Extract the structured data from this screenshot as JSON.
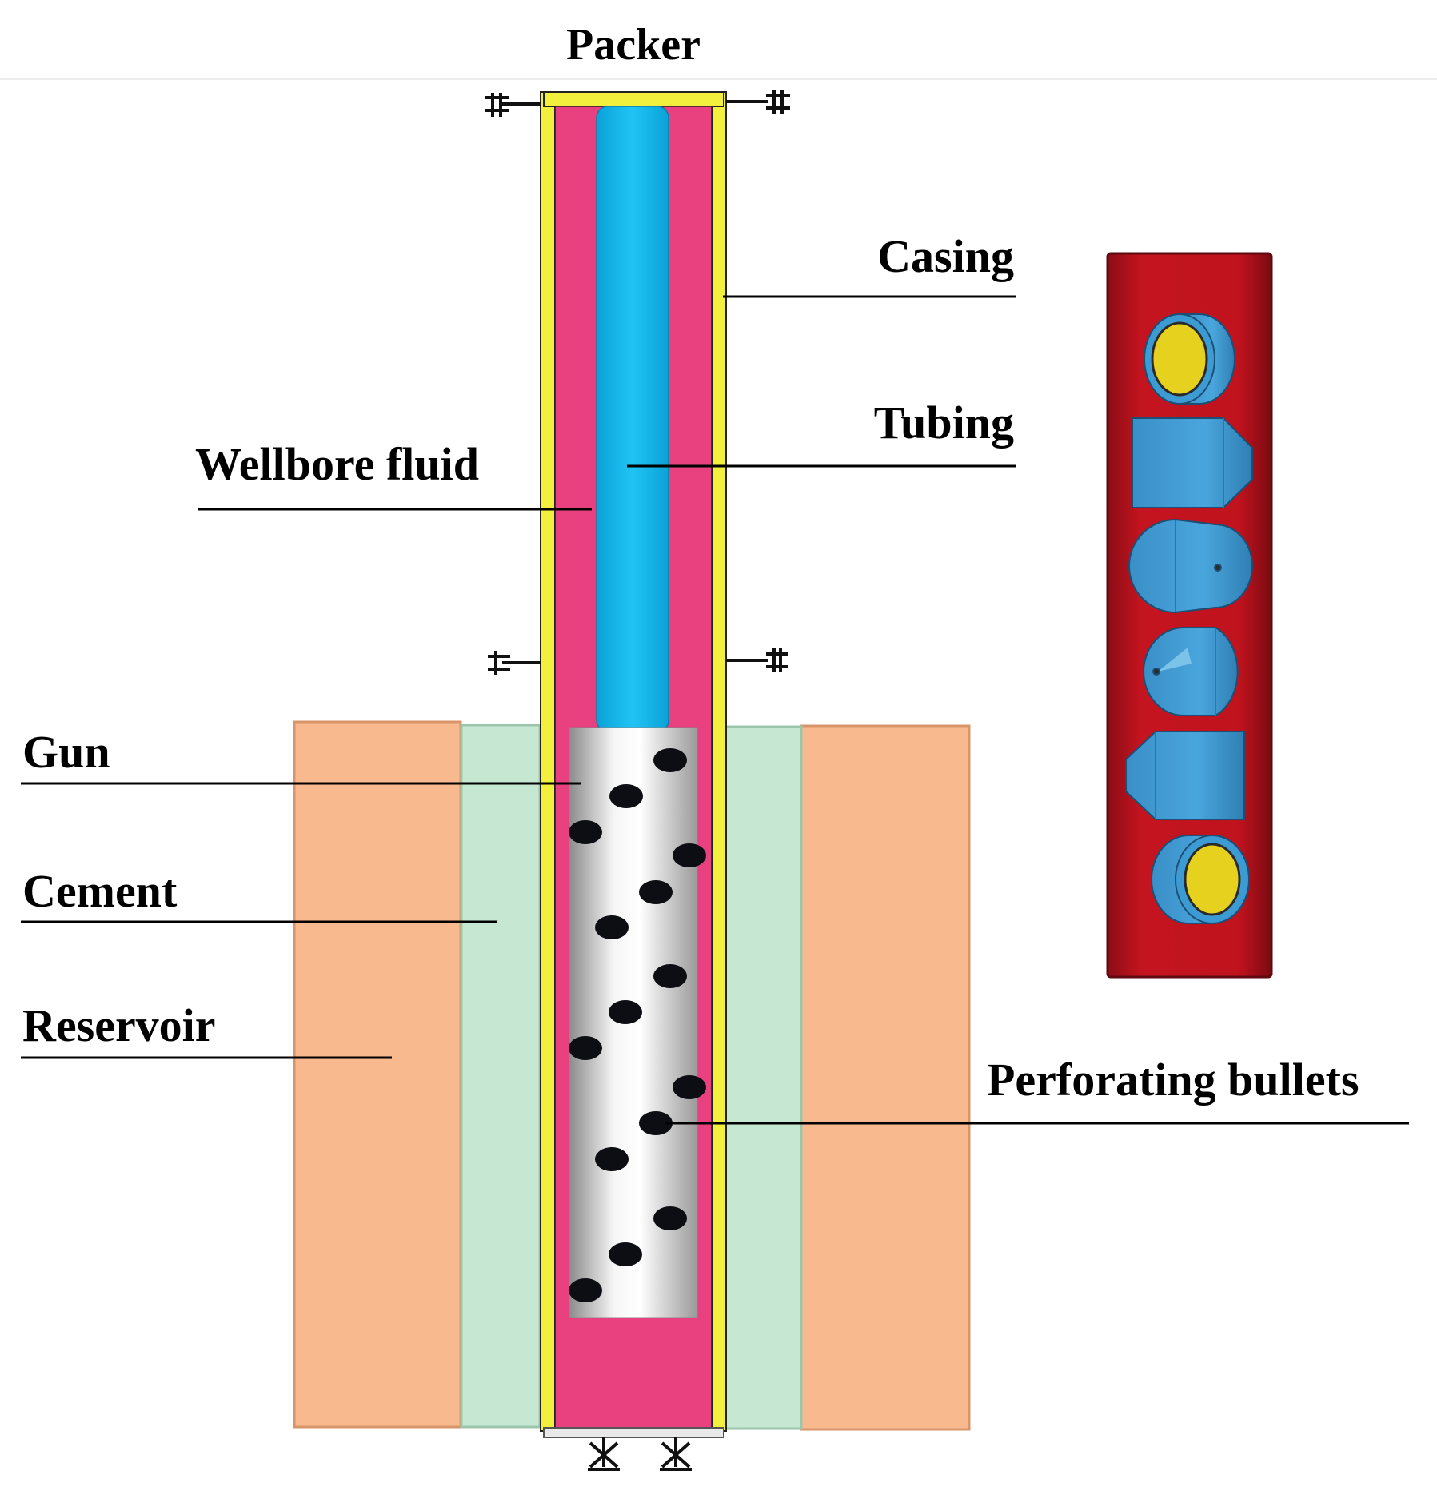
{
  "labels": {
    "packer": "Packer",
    "casing": "Casing",
    "tubing": "Tubing",
    "wellbore_fluid": "Wellbore fluid",
    "gun": "Gun",
    "cement": "Cement",
    "reservoir": "Reservoir",
    "perforating_bullets": "Perforating bullets"
  },
  "colors": {
    "reservoir": "#F9B98E",
    "cement": "#C6E8D2",
    "wellbore_fluid": "#E9407F",
    "tubing": "#10B8EE",
    "casing": "#F2F03C",
    "gun_light": "#F4F4F4",
    "gun_dark": "#9A9A9A",
    "bullet_holes": "#0D0D14",
    "bullet_panel": "#B4121F",
    "bullet_parts": "#3D9BD3",
    "charge_liner": "#E6D11E",
    "leader_lines": "#000000"
  },
  "icons": [
    "packer-anchor-icon",
    "bullet-hole-icon",
    "shaped-charge-icon"
  ]
}
